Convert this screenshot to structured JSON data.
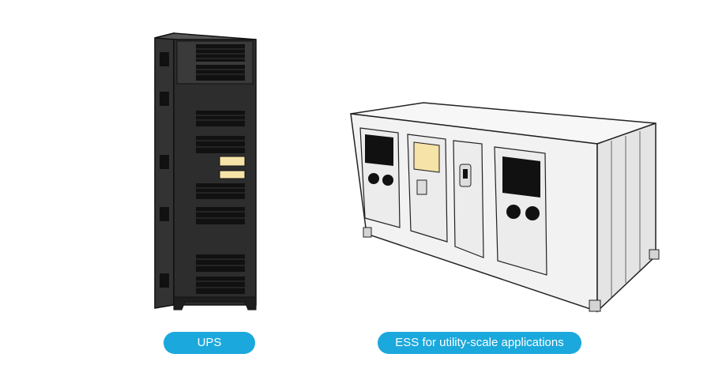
{
  "labels": {
    "ups": "UPS",
    "ess": "ESS for utility-scale applications"
  },
  "colors": {
    "pill": "#1ba8dc",
    "cabinet_dark": "#2b2b2b",
    "cabinet_mid": "#3a3a3a",
    "vent": "#111111",
    "container_body": "#f2f2f2",
    "container_side": "#e4e4e4",
    "accent_panel": "#f5e3a8"
  },
  "icons": {
    "ups": "ups-cabinet-illustration",
    "ess": "battery-container-illustration"
  }
}
